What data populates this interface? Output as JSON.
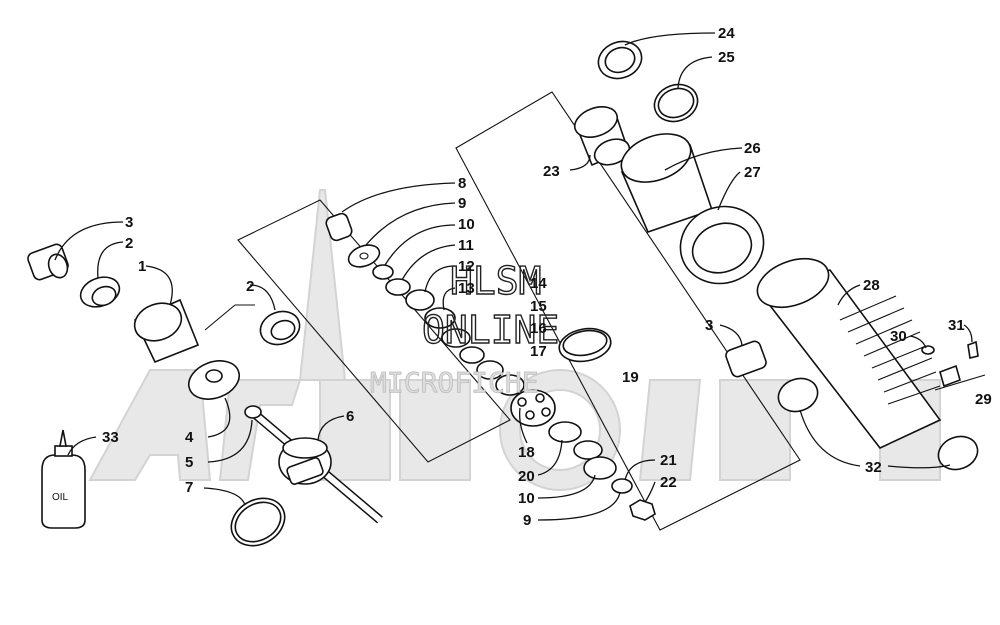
{
  "diagram": {
    "part_numbers": [
      "1",
      "2",
      "3",
      "4",
      "5",
      "6",
      "7",
      "8",
      "9",
      "10",
      "11",
      "12",
      "13",
      "14",
      "15",
      "16",
      "17",
      "18",
      "19",
      "20",
      "21",
      "22",
      "23",
      "24",
      "25",
      "26",
      "27",
      "28",
      "29",
      "30",
      "31",
      "32",
      "33"
    ],
    "oil_label": "OIL"
  },
  "watermark": {
    "line1": "HLSM",
    "line2": "ONLINE",
    "line3": "MICROFICHE"
  }
}
